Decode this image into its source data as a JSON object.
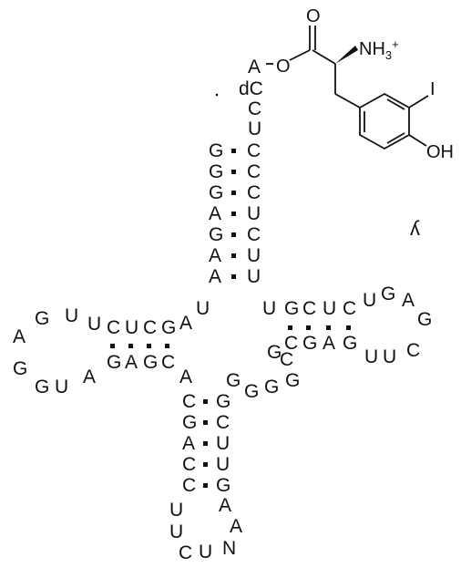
{
  "acceptor_stem": {
    "five_prime": [
      "G",
      "G",
      "G",
      "A",
      "G",
      "A",
      "A"
    ],
    "three_prime": [
      "C",
      "C",
      "C",
      "U",
      "C",
      "U",
      "U"
    ],
    "tail": [
      "A",
      "dC",
      "C",
      "U"
    ],
    "linker": "-O"
  },
  "junction_nt": "U",
  "d_arm": {
    "stem_top": [
      "C",
      "U",
      "C",
      "G",
      "A"
    ],
    "stem_bottom": [
      "G",
      "A",
      "G",
      "C"
    ],
    "loop": [
      "U",
      "U",
      "G",
      "A",
      "G",
      "G",
      "U",
      "A"
    ],
    "connector": "A"
  },
  "anticodon_arm": {
    "left": [
      "C",
      "G",
      "A",
      "C",
      "C"
    ],
    "right": [
      "G",
      "C",
      "U",
      "U",
      "G"
    ],
    "loop": [
      "U",
      "U",
      "C",
      "U",
      "N",
      "A",
      "A"
    ]
  },
  "variable_loop": [
    "G",
    "G",
    "G",
    "G",
    "C"
  ],
  "t_arm": {
    "stem_top_lead": "U",
    "stem_top": [
      "G",
      "C",
      "U",
      "C"
    ],
    "stem_bottom": [
      "C",
      "G",
      "A",
      "G"
    ],
    "loop": [
      "U",
      "G",
      "A",
      "G",
      "C",
      "U",
      "U"
    ],
    "extra": "G"
  },
  "amino_acid": {
    "carbonyl_o": "O",
    "ester_o": "O",
    "amine": "NH",
    "amine_sub": "3",
    "amine_charge": "+",
    "iodo": "I",
    "hydroxyl": "OH"
  },
  "stray_marks": [
    "ʎ"
  ]
}
